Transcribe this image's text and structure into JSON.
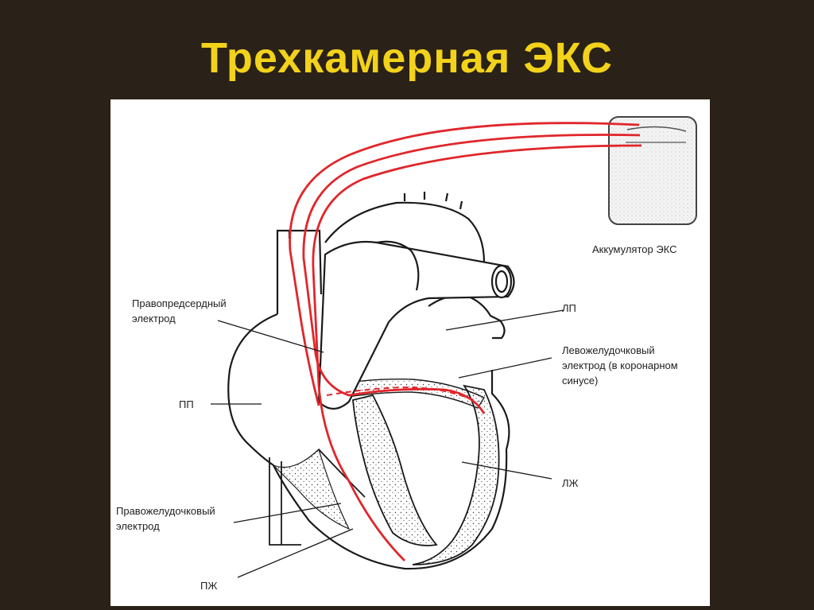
{
  "title": "Трехкамерная ЭКС",
  "labels": {
    "pacemaker_battery": "Аккумулятор ЭКС",
    "left_atrium": "ЛП",
    "lv_electrode": "Левожелудочковый\nэлектрод (в коронарном\nсинусе)",
    "ra_electrode": "Правопредсердный\nэлектрод",
    "right_atrium": "ПП",
    "left_ventricle": "ЛЖ",
    "rv_electrode": "Правожелудочковый\nэлектрод",
    "right_ventricle": "ПЖ"
  },
  "colors": {
    "background": "#2a2118",
    "title": "#f2d21a",
    "lead": "#e0262b",
    "outline": "#1a1a1a"
  }
}
